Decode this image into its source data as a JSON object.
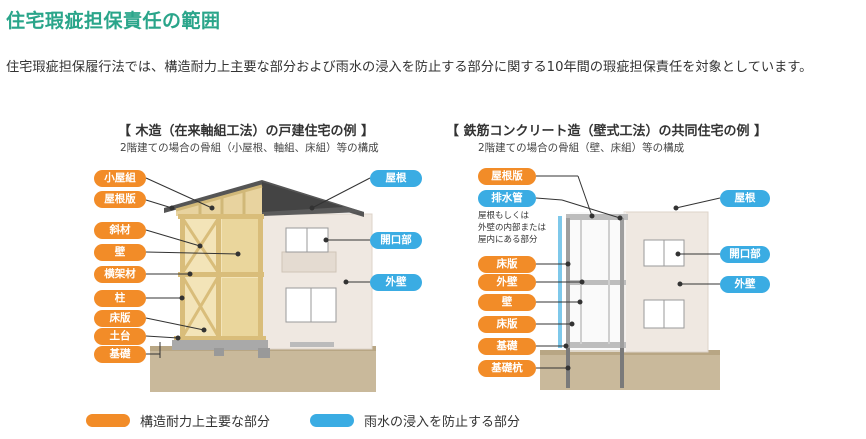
{
  "title": "住宅瑕疵担保責任の範囲",
  "intro": "住宅瑕疵担保履行法では、構造耐力上主要な部分および雨水の浸入を防止する部分に関する10年間の瑕疵担保責任を対象としています。",
  "colors": {
    "title": "#2aa58a",
    "structural": "#f28c28",
    "rainwater": "#3aace3"
  },
  "wood": {
    "title": "【 木造（在来軸組工法）の戸建住宅の例 】",
    "subtitle": "2階建ての場合の骨組（小屋根、軸組、床組）等の構成",
    "structural_labels": [
      "小屋組",
      "屋根版",
      "斜材",
      "壁",
      "横架材",
      "柱",
      "床版",
      "土台",
      "基礎"
    ],
    "rain_labels": [
      "屋根",
      "開口部",
      "外壁"
    ]
  },
  "rc": {
    "title": "【 鉄筋コンクリート造（壁式工法）の共同住宅の例 】",
    "subtitle": "2階建ての場合の骨組（壁、床組）等の構成",
    "labels": [
      {
        "text": "屋根版",
        "type": "structural"
      },
      {
        "text": "排水管",
        "type": "rain"
      },
      {
        "text": "床版",
        "type": "structural"
      },
      {
        "text": "外壁",
        "type": "structural"
      },
      {
        "text": "壁",
        "type": "structural"
      },
      {
        "text": "床版",
        "type": "structural"
      },
      {
        "text": "基礎",
        "type": "structural"
      },
      {
        "text": "基礎杭",
        "type": "structural"
      }
    ],
    "note": [
      "屋根もしくは",
      "外壁の内部または",
      "屋内にある部分"
    ],
    "rain_labels": [
      "屋根",
      "開口部",
      "外壁"
    ]
  },
  "legend": {
    "structural": "構造耐力上主要な部分",
    "rainwater": "雨水の浸入を防止する部分"
  }
}
